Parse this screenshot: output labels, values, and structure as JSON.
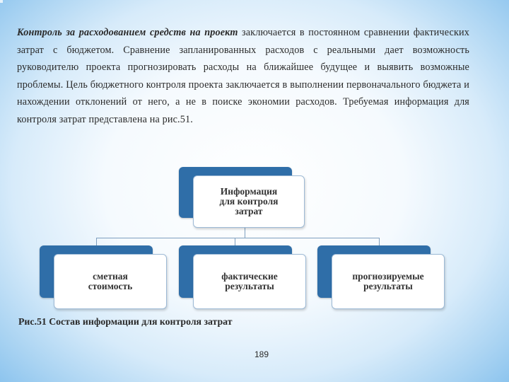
{
  "paragraph": {
    "lead": "Контроль за расходованием средств на проект",
    "rest": " заключается в постоянном сравнении фактических затрат с бюджетом. Сравнение запланированных расходов с реальными дает возможность руководителю проекта прогнозировать расходы на ближайшее будущее и выявить возможные проблемы. Цель бюджетного контроля проекта заключается в выполнении первоначального бюджета и нахождении отклонений от него, а не в поиске экономии расходов. Требуемая информация для контроля затрат представлена на рис.51."
  },
  "diagram": {
    "root": "Информация\nдля контроля\nзатрат",
    "children": [
      "сметная\nстоимость",
      "фактические\nрезультаты",
      "прогнозируемые\nрезультаты"
    ]
  },
  "caption": "Рис.51 Состав информации для контроля затрат",
  "page_number": "189",
  "colors": {
    "box_back": "#2f6ea8",
    "box_front": "#ffffff",
    "connector": "#7f9fbf"
  }
}
